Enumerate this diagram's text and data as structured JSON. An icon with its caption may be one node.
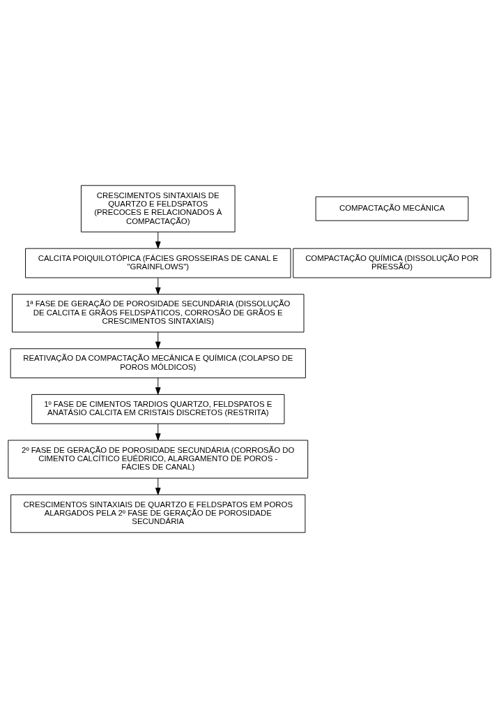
{
  "diagram": {
    "nodes": [
      {
        "text": [
          "CRESCIMENTOS SINTAXIAIS DE QUARTZO E FELDSPATOS (PRECOCES E RELACIONADOS À COMPACTAÇÃO)"
        ]
      },
      {
        "text": [
          "COMPACTAÇÃO MECÂNICA"
        ]
      },
      {
        "text": [
          "COMPACTAÇÃO QUÍMICA (DISSOLUÇÃO POR PRESSÃO)"
        ]
      },
      {
        "text": [
          "CALCITA POIQUILOTÓPICA (FÁCIES GROSSEIRAS DE CANAL E \"GRAINFLOWS\")"
        ]
      },
      {
        "text": [
          "1ª FASE DE GERAÇÃO DE POROSIDADE SECUNDÁRIA (DISSOLUÇÃO DE CALCITA E GRÃOS FELDSPÁTICOS, CORROSÃO DE GRÃOS E CRESCIMENTOS SINTAXIAIS)"
        ]
      },
      {
        "text": [
          "REATIVAÇÃO DA COMPACTAÇÃO MECÂNICA E QUÍMICA (COLAPSO DE POROS MÓLDICOS)"
        ]
      },
      {
        "text": [
          "1º FASE DE CIMENTOS TARDIOS QUARTZO, FELDSPATOS E ANATÁSIO CALCITA EM CRISTAIS DISCRETOS (RESTRITA)"
        ]
      },
      {
        "text": [
          "2º FASE DE GERAÇÃO DE POROSIDADE SECUNDÁRIA (CORROSÃO DO CIMENTO CALCÍTICO EUÉDRICO, ALARGAMENTO DE POROS - FÁCIES DE CANAL)"
        ]
      },
      {
        "text": [
          "CRESCIMENTOS SINTAXIAIS DE QUARTZO E FELDSPATOS EM POROS ALARGADOS PELA 2º FASE DE GERAÇÃO DE POROSIDADE SECUNDÁRIA"
        ]
      }
    ],
    "edges": [
      {
        "from": 0,
        "to": 3,
        "arrow": "to"
      },
      {
        "from": 3,
        "to": 4,
        "arrow": "to"
      },
      {
        "from": 4,
        "to": 5,
        "arrow": "to"
      },
      {
        "from": 5,
        "to": 6,
        "arrow": "to"
      },
      {
        "from": 6,
        "to": 7,
        "arrow": "to"
      },
      {
        "from": 7,
        "to": 8,
        "arrow": "to"
      }
    ]
  }
}
